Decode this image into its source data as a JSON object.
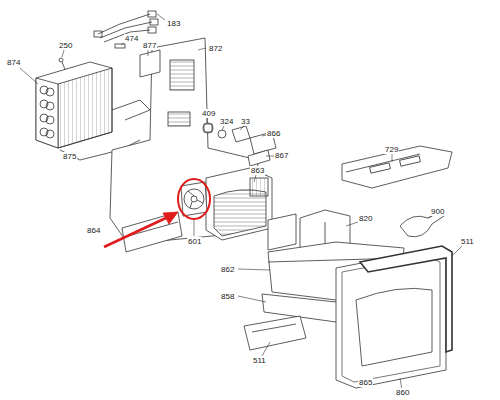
{
  "diagram": {
    "labels": [
      "183",
      "250",
      "474",
      "877",
      "872",
      "874",
      "875",
      "409",
      "324",
      "33",
      "866",
      "867",
      "863",
      "729",
      "864",
      "601",
      "820",
      "900",
      "511",
      "862",
      "858",
      "511",
      "865",
      "860"
    ]
  }
}
